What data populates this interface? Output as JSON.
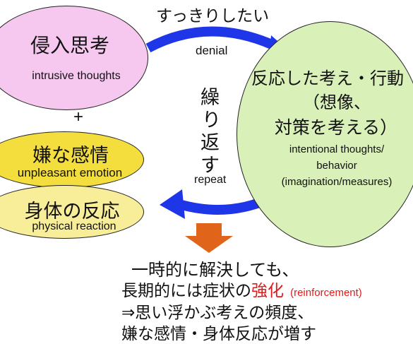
{
  "colors": {
    "intrusive": "#f6c8f0",
    "intentional": "#d9f0b8",
    "emotion": "#f3de3e",
    "physical": "#f8ee9a",
    "arrow_blue": "#1f35e8",
    "arrow_orange": "#e0651a",
    "reinforce": "#e01b1b"
  },
  "top_label": "すっきりしたい",
  "intrusive": {
    "jp": "侵入思考",
    "en": "intrusive thoughts"
  },
  "plus": "+",
  "emotion": {
    "jp": "嫌な感情",
    "en": "unpleasant emotion"
  },
  "physical": {
    "jp": "身体の反応",
    "en": "physical reaction"
  },
  "denial": "denial",
  "repeat": {
    "jp": [
      "繰",
      "り",
      "返",
      "す"
    ],
    "en": "repeat"
  },
  "intentional": {
    "jp1": "反応した考え・行動",
    "jp2": "（想像、",
    "jp3": "対策を考える）",
    "en1": "intentional thoughts/",
    "en2": "behavior",
    "en3": "(imagination/measures)"
  },
  "conclusion": {
    "line1": "一時的に解決しても、",
    "line2a": "長期的には症状の",
    "line2b": "強化",
    "line2c": "(reinforcement)",
    "line3": "⇒思い浮かぶ考えの頻度、",
    "line4": "嫌な感情・身体反応が増す"
  }
}
